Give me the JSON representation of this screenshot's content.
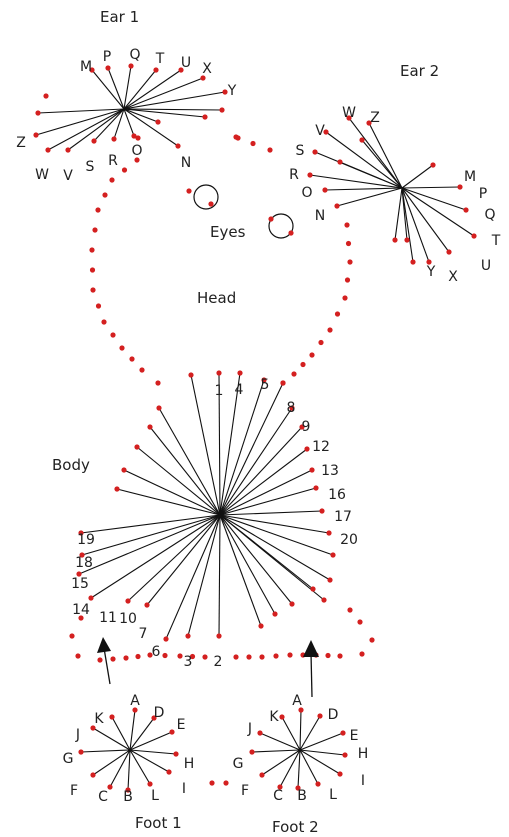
{
  "titles": {
    "ear1": "Ear 1",
    "ear2": "Ear 2",
    "eyes": "Eyes",
    "head": "Head",
    "body": "Body",
    "foot1": "Foot 1",
    "foot2": "Foot 2"
  },
  "colors": {
    "dot": "#d42020",
    "line": "#111111",
    "text": "#222222"
  },
  "ear1_labels": [
    "M",
    "P",
    "Q",
    "T",
    "U",
    "X",
    "Y",
    "Z",
    "W",
    "V",
    "S",
    "R",
    "O",
    "N"
  ],
  "ear2_labels": [
    "W",
    "Z",
    "V",
    "S",
    "R",
    "O",
    "N",
    "M",
    "P",
    "Q",
    "T",
    "U",
    "X",
    "Y"
  ],
  "body_labels": [
    "1",
    "4",
    "5",
    "8",
    "9",
    "12",
    "13",
    "16",
    "17",
    "20",
    "19",
    "18",
    "15",
    "14",
    "11",
    "10",
    "7",
    "6",
    "3",
    "2"
  ],
  "foot1_labels": [
    "A",
    "D",
    "K",
    "E",
    "J",
    "H",
    "G",
    "I",
    "F",
    "C",
    "B",
    "L"
  ],
  "foot2_labels": [
    "A",
    "D",
    "K",
    "E",
    "J",
    "H",
    "G",
    "I",
    "F",
    "C",
    "B",
    "L"
  ]
}
